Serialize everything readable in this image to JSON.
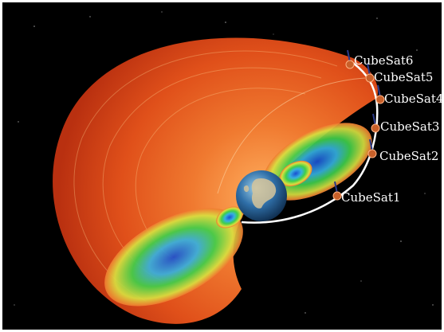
{
  "image": {
    "subject": "radiation-belt-visualization",
    "colors": {
      "background": "#000000",
      "outer_belt": "#e0501a",
      "inner_belt_green": "#3fcf4a",
      "inner_belt_blue": "#2a7fd8",
      "earth_ocean": "#2f6fa8",
      "orbit": "#ffffff"
    }
  },
  "satellites": [
    {
      "label": "CubeSat6"
    },
    {
      "label": "CubeSat5"
    },
    {
      "label": "CubeSat4"
    },
    {
      "label": "CubeSat3"
    },
    {
      "label": "CubeSat2"
    },
    {
      "label": "CubeSat1"
    }
  ]
}
